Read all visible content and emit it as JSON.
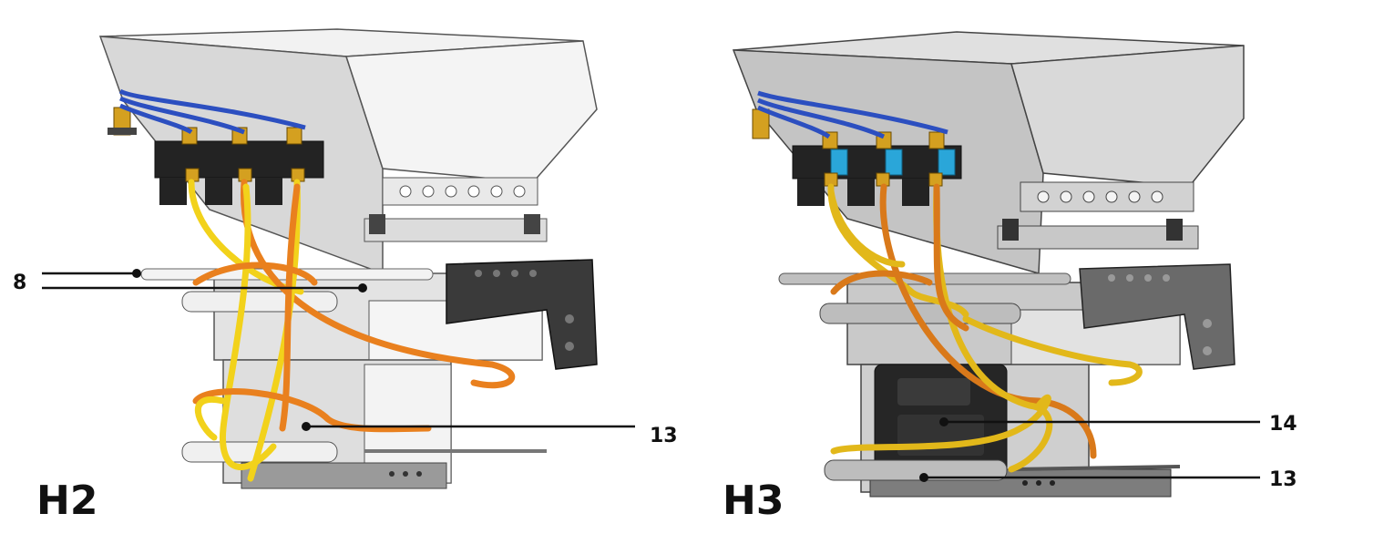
{
  "panels": [
    {
      "id": "h2",
      "label": "H2"
    },
    {
      "id": "h3",
      "label": "H3"
    }
  ],
  "callouts": {
    "h2_8": "8",
    "h2_13": "13",
    "h3_14": "14",
    "h3_13": "13"
  },
  "colors": {
    "air_hose_blue": "#2c4fc0",
    "hose_yellow": "#f2d21b",
    "hose_orange": "#e9801e",
    "valve_block": "#232323",
    "valve_blue": "#2aa6d9",
    "steel_light": "#e6e6e6",
    "steel_mid": "#c9c9c9",
    "steel_dark": "#8b8b8b",
    "bracket": "#3a3a3a"
  }
}
